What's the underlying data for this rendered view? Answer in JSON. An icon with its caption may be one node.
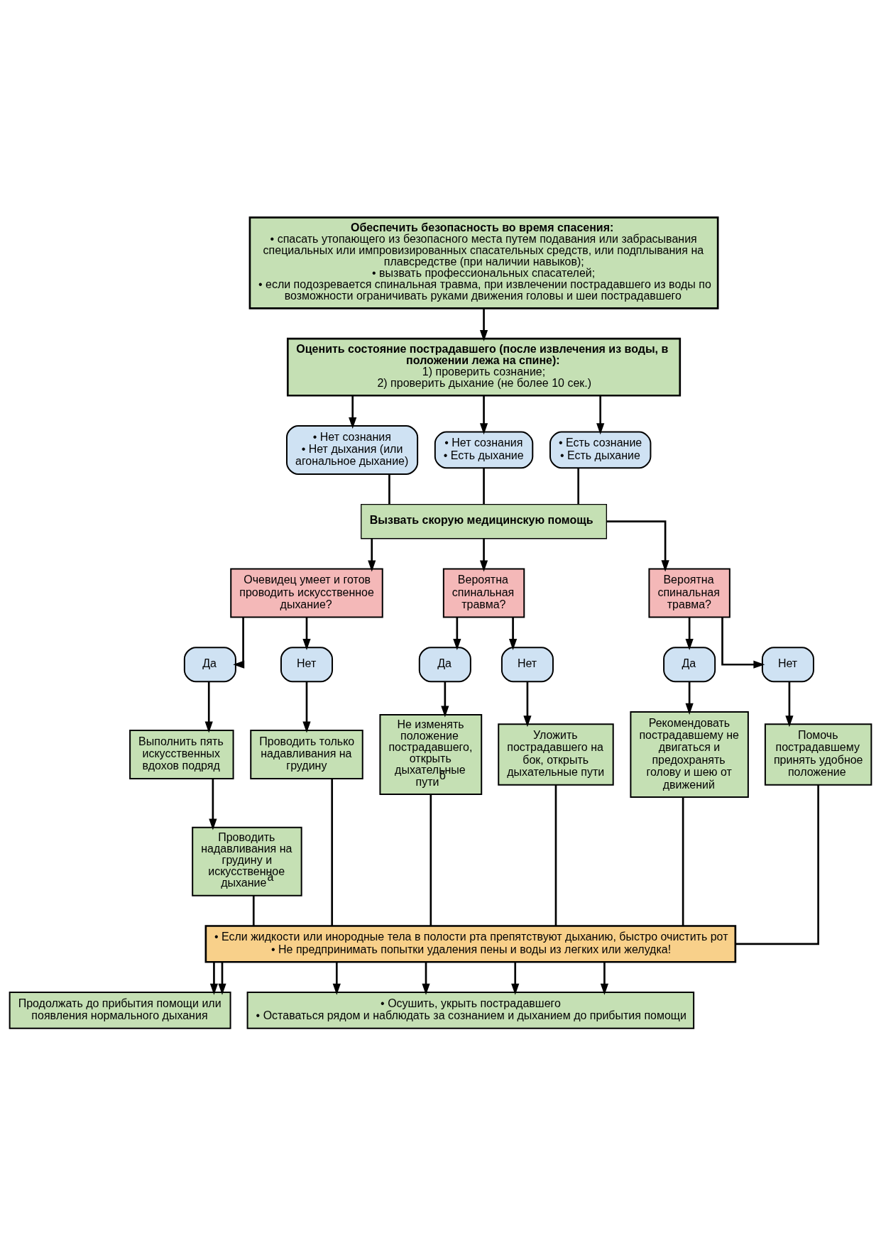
{
  "diagram": {
    "nodes": [
      {
        "text": [
          "Обеспечить безопасность во время спасения:",
          "• спасать утопающего из безопасного места путем подавания или забрасывания специальных или импровизированных спасательных средств, или подплывания на плавсредстве (при наличии навыков);",
          "• вызвать профессиональных спасателей;",
          "• если подозревается спинальная травма, при извлечении пострадавшего из воды по возможности ограничивать руками движения головы и шеи пострадавшего"
        ]
      },
      {
        "text": [
          "Оценить состояние пострадавшего (после извлечения из воды, в положении лежа на спине):",
          "1) проверить сознание;",
          "2) проверить дыхание (не более 10 сек.)"
        ]
      },
      {
        "text": [
          "• Нет сознания",
          "• Нет дыхания (или агональное дыхание)"
        ]
      },
      {
        "text": [
          "• Нет сознания",
          "• Есть дыхание"
        ]
      },
      {
        "text": [
          "• Есть сознание",
          "• Есть дыхание"
        ]
      },
      {
        "text": [
          "Вызвать скорую медицинскую помощь"
        ]
      },
      {
        "text": [
          "Очевидец умеет и готов проводить искусственное дыхание?"
        ]
      },
      {
        "text": [
          "Вероятна спинальная травма?"
        ]
      },
      {
        "text": [
          "Вероятна спинальная травма?"
        ]
      },
      {
        "text": [
          "Да"
        ]
      },
      {
        "text": [
          "Нет"
        ]
      },
      {
        "text": [
          "Да"
        ]
      },
      {
        "text": [
          "Нет"
        ]
      },
      {
        "text": [
          "Да"
        ]
      },
      {
        "text": [
          "Нет"
        ]
      },
      {
        "text": [
          "Выполнить пять искусственных вдохов подряд"
        ]
      },
      {
        "text": [
          "Проводить только надавливания на грудину"
        ]
      },
      {
        "text": [
          "Не изменять положение пострадавшего, открыть дыхательные пути$^{б}$"
        ]
      },
      {
        "text": [
          "Уложить пострадавшего на бок, открыть дыхательные пути"
        ]
      },
      {
        "text": [
          "Рекомендовать пострадавшему не двигаться и предохранять голову и шею от движений"
        ]
      },
      {
        "text": [
          "Помочь пострадавшему принять удобное положение"
        ]
      },
      {
        "text": [
          "Проводить надавливания на грудину и искусственное дыхание$^{а}$"
        ]
      },
      {
        "text": [
          "• Если жидкости или инородные тела в полости рта препятствуют дыханию, быстро очистить рот",
          "• Не предпринимать попытки удаления пены и воды из легких или желудка!"
        ]
      },
      {
        "text": [
          "Продолжать до прибытия помощи или появления нормального дыхания"
        ]
      },
      {
        "text": [
          "• Осушить, укрыть пострадавшего",
          "• Оставаться рядом и наблюдать за сознанием и дыханием до прибытия помощи"
        ]
      }
    ],
    "edges": [
      {
        "from": 0,
        "to": 1,
        "arrow": "to"
      },
      {
        "from": 1,
        "to": 2,
        "arrow": "to"
      },
      {
        "from": 1,
        "to": 3,
        "arrow": "to"
      },
      {
        "from": 1,
        "to": 4,
        "arrow": "to"
      },
      {
        "from": 2,
        "to": 5,
        "arrow": "none"
      },
      {
        "from": 3,
        "to": 5,
        "arrow": "none"
      },
      {
        "from": 4,
        "to": 5,
        "arrow": "none"
      },
      {
        "from": 5,
        "to": 6,
        "arrow": "to"
      },
      {
        "from": 5,
        "to": 7,
        "arrow": "to"
      },
      {
        "from": 5,
        "to": 8,
        "arrow": "to"
      },
      {
        "from": 6,
        "to": 9,
        "arrow": "to"
      },
      {
        "from": 6,
        "to": 10,
        "arrow": "to"
      },
      {
        "from": 7,
        "to": 11,
        "arrow": "to"
      },
      {
        "from": 7,
        "to": 12,
        "arrow": "to"
      },
      {
        "from": 8,
        "to": 13,
        "arrow": "to"
      },
      {
        "from": 8,
        "to": 14,
        "arrow": "to"
      },
      {
        "from": 9,
        "to": 15,
        "arrow": "to"
      },
      {
        "from": 10,
        "to": 16,
        "arrow": "to"
      },
      {
        "from": 11,
        "to": 17,
        "arrow": "to"
      },
      {
        "from": 12,
        "to": 18,
        "arrow": "to"
      },
      {
        "from": 13,
        "to": 19,
        "arrow": "to"
      },
      {
        "from": 14,
        "to": 20,
        "arrow": "to"
      },
      {
        "from": 15,
        "to": 21,
        "arrow": "to"
      },
      {
        "from": 21,
        "to": 22,
        "arrow": "none"
      },
      {
        "from": 16,
        "to": 22,
        "arrow": "none"
      },
      {
        "from": 17,
        "to": 22,
        "arrow": "none"
      },
      {
        "from": 18,
        "to": 22,
        "arrow": "none"
      },
      {
        "from": 19,
        "to": 22,
        "arrow": "none"
      },
      {
        "from": 20,
        "to": 22,
        "arrow": "none"
      },
      {
        "from": 22,
        "to": 23,
        "arrow": "to"
      },
      {
        "from": 22,
        "to": 23,
        "arrow": "to"
      },
      {
        "from": 22,
        "to": 24,
        "arrow": "to"
      },
      {
        "from": 22,
        "to": 24,
        "arrow": "to"
      },
      {
        "from": 22,
        "to": 24,
        "arrow": "to"
      },
      {
        "from": 22,
        "to": 24,
        "arrow": "to"
      }
    ]
  }
}
